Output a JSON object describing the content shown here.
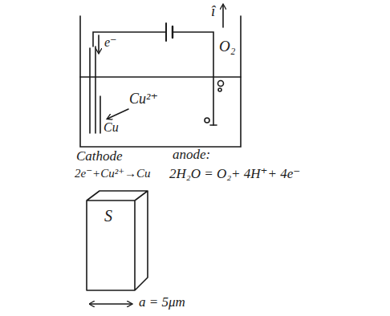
{
  "diagram": {
    "nodes": [
      {
        "text": [
          "S"
        ]
      }
    ],
    "labels": [
      "e⁻",
      "î",
      "O₂",
      "Cu²⁺",
      "Cu",
      "Cathode",
      "anode:",
      "2e⁻+Cu²⁺→Cu",
      "2H₂O = O₂+ 4H⁺+ 4e⁻",
      "a = 5μm"
    ]
  }
}
